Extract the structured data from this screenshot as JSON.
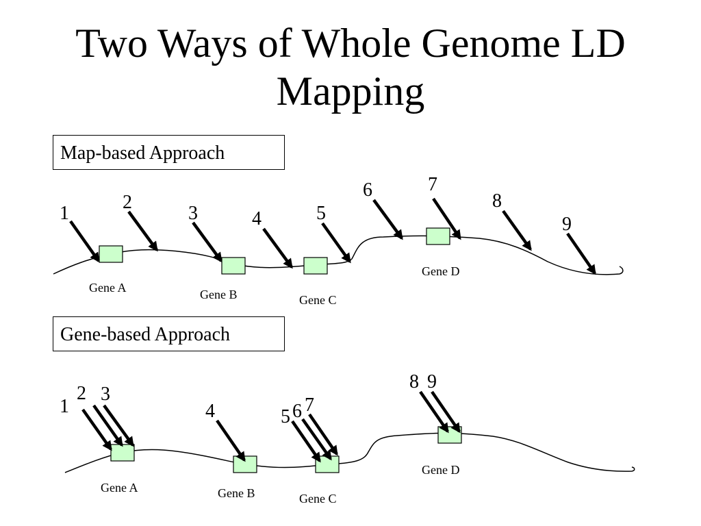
{
  "title": {
    "line1": "Two Ways of Whole Genome LD",
    "line2": "Mapping"
  },
  "colors": {
    "gene_fill": "#ccffcc",
    "stroke": "#000000"
  },
  "panels": [
    {
      "label": "Map-based Approach",
      "genes": [
        {
          "label": "Gene A"
        },
        {
          "label": "Gene B"
        },
        {
          "label": "Gene C"
        },
        {
          "label": "Gene D"
        }
      ],
      "markers": [
        "1",
        "2",
        "3",
        "4",
        "5",
        "6",
        "7",
        "8",
        "9"
      ]
    },
    {
      "label": "Gene-based Approach",
      "genes": [
        {
          "label": "Gene A"
        },
        {
          "label": "Gene B"
        },
        {
          "label": "Gene C"
        },
        {
          "label": "Gene D"
        }
      ],
      "markers": [
        "1",
        "2",
        "3",
        "4",
        "5",
        "6",
        "7",
        "8",
        "9"
      ]
    }
  ]
}
